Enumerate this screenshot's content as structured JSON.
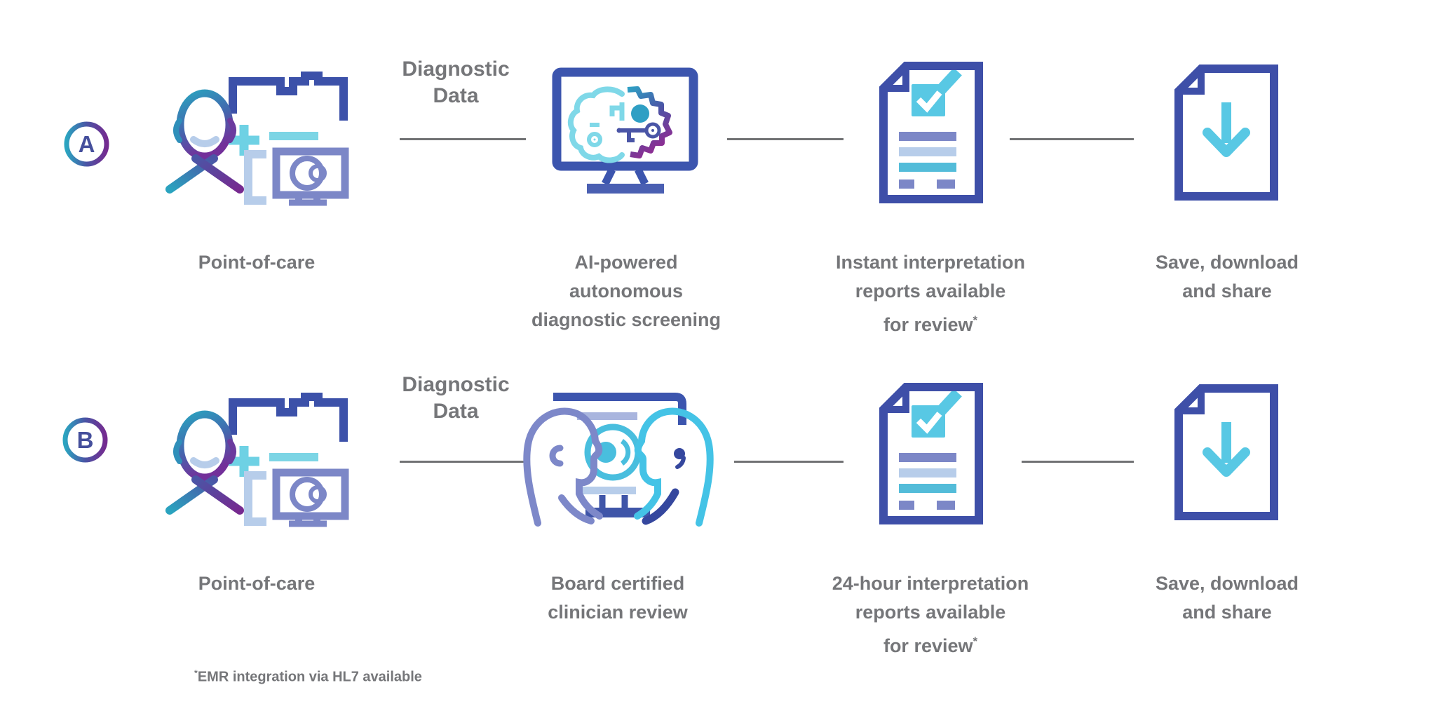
{
  "diagram": {
    "rows": [
      {
        "badge": "A",
        "flow_label": {
          "line1": "Diagnostic",
          "line2": "Data"
        },
        "steps": [
          {
            "icon": "patient-point-of-care-icon",
            "lines": [
              "Point-of-care"
            ]
          },
          {
            "icon": "ai-monitor-icon",
            "lines": [
              "AI-powered",
              "autonomous",
              "diagnostic screening"
            ]
          },
          {
            "icon": "report-checklist-icon",
            "lines": [
              "Instant interpretation",
              "reports available",
              "for review"
            ],
            "marker": "*"
          },
          {
            "icon": "download-document-icon",
            "lines": [
              "Save, download",
              "and share"
            ]
          }
        ]
      },
      {
        "badge": "B",
        "flow_label": {
          "line1": "Diagnostic",
          "line2": "Data"
        },
        "steps": [
          {
            "icon": "patient-point-of-care-icon",
            "lines": [
              "Point-of-care"
            ]
          },
          {
            "icon": "clinician-review-icon",
            "lines": [
              "Board certified",
              "clinician review"
            ]
          },
          {
            "icon": "report-checklist-icon",
            "lines": [
              "24-hour interpretation",
              "reports available",
              "for review"
            ],
            "marker": "*"
          },
          {
            "icon": "download-document-icon",
            "lines": [
              "Save, download",
              "and share"
            ]
          }
        ]
      }
    ],
    "footnote": {
      "marker": "*",
      "text": "EMR integration via HL7 available"
    },
    "colors": {
      "navy": "#3c51a9",
      "periwinkle": "#7c87c7",
      "pale_blue": "#b7cdea",
      "pale_periwinkle": "#a9b5de",
      "cyan": "#58c8e4",
      "light_cyan": "#7fd8e8",
      "eye_cyan": "#49bede",
      "teal": "#2aa3bf",
      "purple": "#76298f",
      "badge_letter": "#454f9c",
      "text_gray": "#757679",
      "connector_gray": "#717274"
    }
  }
}
